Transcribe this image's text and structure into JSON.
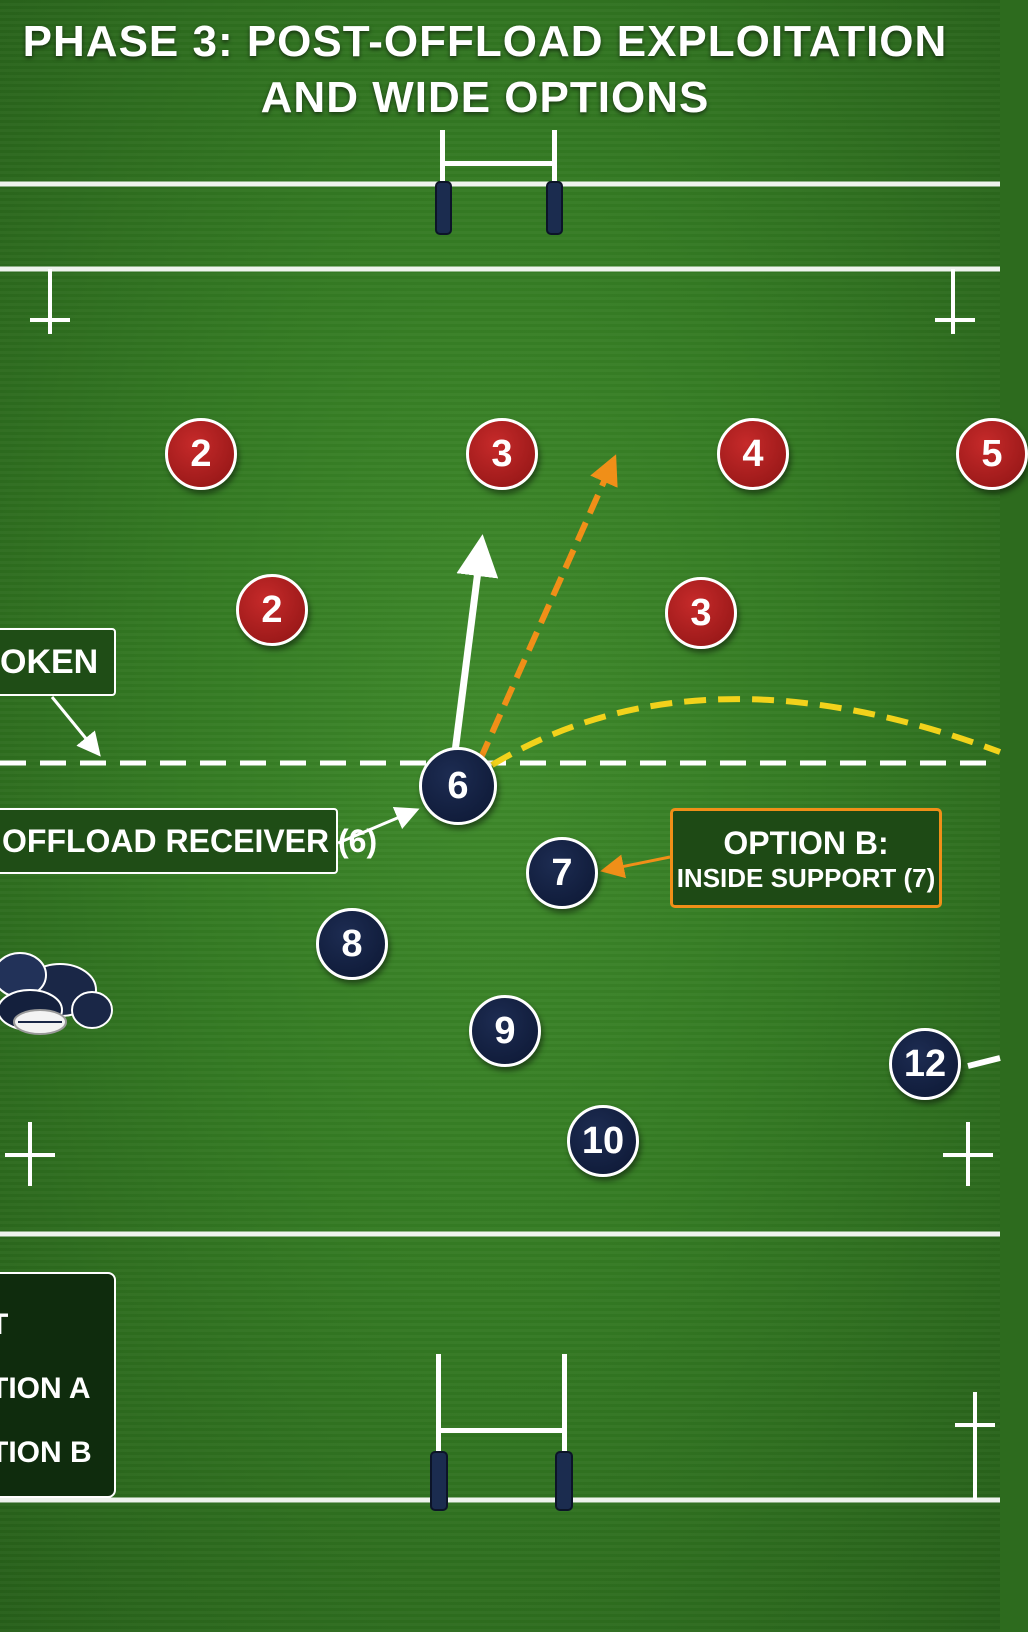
{
  "title": {
    "line1": "PHASE 3: POST-OFFLOAD EXPLOITATION",
    "line2": "AND WIDE OPTIONS"
  },
  "labels": {
    "broken": "OKEN",
    "offload_receiver": "OFFLOAD RECEIVER (6)",
    "option_b_title": "OPTION B:",
    "option_b_sub": "INSIDE SUPPORT (7)"
  },
  "legend": {
    "line1": "T",
    "line2": "TION A",
    "line3": "TION B"
  },
  "defenders": [
    "2",
    "3",
    "4",
    "5",
    "2",
    "3"
  ],
  "attackers": [
    "6",
    "7",
    "8",
    "9",
    "10",
    "12"
  ],
  "colors": {
    "defender": "#b01e1e",
    "attacker": "#0f1c3d",
    "option_a_arrow": "#f08f18",
    "wide_arrow": "#f2d21b",
    "support_arrow": "#ffffff",
    "field": "#347a23"
  }
}
